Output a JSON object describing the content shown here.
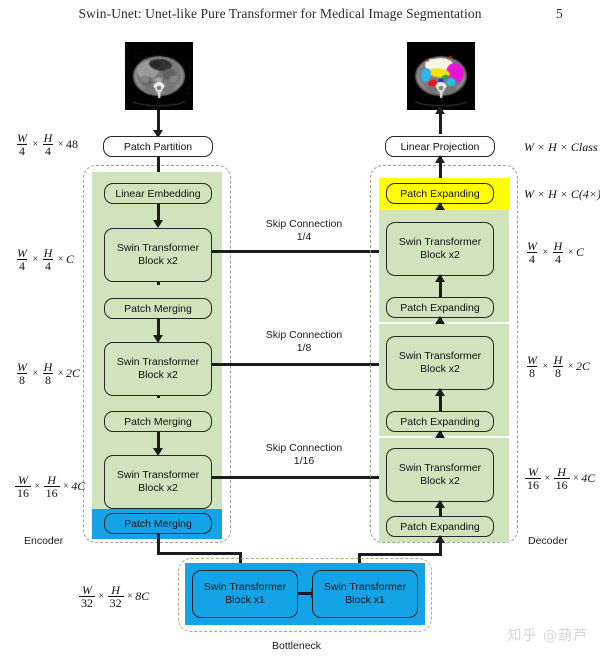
{
  "header": {
    "title": "Swin-Unet: Unet-like Pure Transformer for Medical Image Segmentation",
    "page_number": "5"
  },
  "images": {
    "input_scan": "abdominal-ct-slice-grayscale",
    "output_scan": "abdominal-ct-slice-segmentation-colormap"
  },
  "encoder": {
    "group_label": "Encoder",
    "patch_partition": "Patch Partition",
    "stages": [
      {
        "op": "Linear Embedding",
        "block": "Swin Transformer\nBlock x2",
        "block_line1": "Swin Transformer",
        "block_line2": "Block x2"
      },
      {
        "op": "Patch Merging",
        "block_line1": "Swin Transformer",
        "block_line2": "Block x2"
      },
      {
        "op": "Patch Merging",
        "block_line1": "Swin Transformer",
        "block_line2": "Block x2"
      }
    ],
    "final_patch_merging": "Patch Merging",
    "shape_labels": [
      {
        "num1": "W",
        "den1": "4",
        "num2": "H",
        "den2": "4",
        "chan": "48"
      },
      {
        "num1": "W",
        "den1": "4",
        "num2": "H",
        "den2": "4",
        "chan": "C"
      },
      {
        "num1": "W",
        "den1": "8",
        "num2": "H",
        "den2": "8",
        "chan": "2C"
      },
      {
        "num1": "W",
        "den1": "16",
        "num2": "H",
        "den2": "16",
        "chan": "4C"
      }
    ]
  },
  "bottleneck": {
    "group_label": "Bottleneck",
    "block_left_line1": "Swin Transformer",
    "block_left_line2": "Block x1",
    "block_right_line1": "Swin Transformer",
    "block_right_line2": "Block x1",
    "shape_label": {
      "num1": "W",
      "den1": "32",
      "num2": "H",
      "den2": "32",
      "chan": "8C"
    }
  },
  "decoder": {
    "group_label": "Decoder",
    "linear_projection": "Linear Projection",
    "top_patch_expanding": "Patch Expanding",
    "stages": [
      {
        "block_line1": "Swin Transformer",
        "block_line2": "Block x2",
        "op": "Patch Expanding"
      },
      {
        "block_line1": "Swin Transformer",
        "block_line2": "Block x2",
        "op": "Patch Expanding"
      },
      {
        "block_line1": "Swin Transformer",
        "block_line2": "Block x2",
        "op": "Patch Expanding"
      }
    ],
    "shape_labels": [
      {
        "plain": "W × H × Class"
      },
      {
        "plain": "W × H × C(4×)"
      },
      {
        "num1": "W",
        "den1": "4",
        "num2": "H",
        "den2": "4",
        "chan": "C"
      },
      {
        "num1": "W",
        "den1": "8",
        "num2": "H",
        "den2": "8",
        "chan": "2C"
      },
      {
        "num1": "W",
        "den1": "16",
        "num2": "H",
        "den2": "16",
        "chan": "4C"
      }
    ]
  },
  "skip_connections": [
    {
      "line1": "Skip Connection",
      "line2": "1/4"
    },
    {
      "line1": "Skip Connection",
      "line2": "1/8"
    },
    {
      "line1": "Skip Connection",
      "line2": "1/16"
    }
  ],
  "watermark": "知乎 @葫芦",
  "colors": {
    "stage_green": "#cfe4bd",
    "bottleneck_blue": "#13a3e6",
    "expand_yellow": "#ffff00",
    "outline": "#262626",
    "dashed_gray": "#9a9a9a",
    "dashed_tan": "#b9a77c"
  }
}
